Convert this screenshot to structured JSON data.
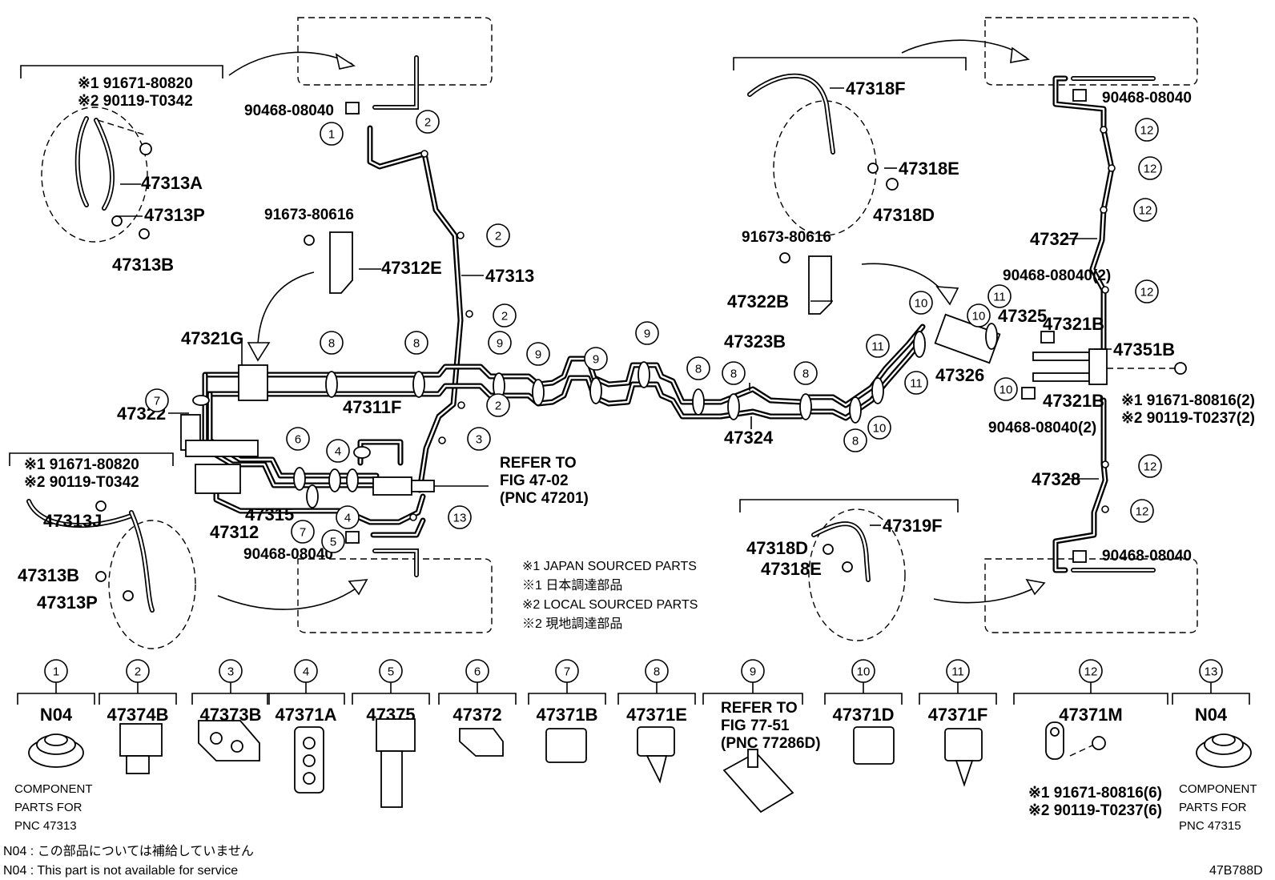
{
  "labels": {
    "p47313A": "47313A",
    "p47313P_top": "47313P",
    "p47313B_top": "47313B",
    "note1_top": "※1 91671-80820",
    "note2_top": "※2 90119-T0342",
    "p90468_a": "90468-08040",
    "p91673_left": "91673-80616",
    "p47312E": "47312E",
    "p47313": "47313",
    "p47321G": "47321G",
    "p47322": "47322",
    "p47311F": "47311F",
    "p47315": "47315",
    "p47312": "47312",
    "p90468_b": "90468-08040",
    "refer1": "REFER TO",
    "refer2": "FIG 47-02",
    "refer3": "(PNC 47201)",
    "note1_mid": "※1 91671-80820",
    "note2_mid": "※2 90119-T0342",
    "p47313J": "47313J",
    "p47313B_bot": "47313B",
    "p47313P_bot": "47313P",
    "legend1": "※1 JAPAN SOURCED PARTS",
    "legend2": "※1 日本調達部品",
    "legend3": "※2 LOCAL SOURCED PARTS",
    "legend4": "※2 現地調達部品",
    "p47318F": "47318F",
    "p47318E_top": "47318E",
    "p47318D_top": "47318D",
    "p91673_right": "91673-80616",
    "p47322B": "47322B",
    "p47323B": "47323B",
    "p47324": "47324",
    "p47326": "47326",
    "p47325": "47325",
    "p90468_2a": "90468-08040(2)",
    "p47321B_top": "47321B",
    "p47321B_bot": "47321B",
    "p90468_2b": "90468-08040(2)",
    "p47351B": "47351B",
    "note1_right": "※1 91671-80816(2)",
    "note2_right": "※2 90119-T0237(2)",
    "p47327": "47327",
    "p47328": "47328",
    "p90468_c": "90468-08040",
    "p90468_d": "90468-08040",
    "p47319F": "47319F",
    "p47318D_bot": "47318D",
    "p47318E_bot": "47318E"
  },
  "callouts": [
    "1",
    "2",
    "3",
    "4",
    "5",
    "6",
    "7",
    "8",
    "9",
    "10",
    "11",
    "12",
    "13"
  ],
  "parts_row": [
    {
      "no": "1",
      "part": "N04"
    },
    {
      "no": "2",
      "part": "47374B"
    },
    {
      "no": "3",
      "part": "47373B"
    },
    {
      "no": "4",
      "part": "47371A"
    },
    {
      "no": "5",
      "part": "47375"
    },
    {
      "no": "6",
      "part": "47372"
    },
    {
      "no": "7",
      "part": "47371B"
    },
    {
      "no": "8",
      "part": "47371E"
    },
    {
      "no": "9",
      "part": ""
    },
    {
      "no": "10",
      "part": "47371D"
    },
    {
      "no": "11",
      "part": "47371F"
    },
    {
      "no": "12",
      "part": "47371M"
    },
    {
      "no": "13",
      "part": "N04"
    }
  ],
  "captions": {
    "comp_left_1": "COMPONENT",
    "comp_left_2": "PARTS FOR",
    "comp_left_3": "PNC 47313",
    "refer9_1": "REFER TO",
    "refer9_2": "FIG 77-51",
    "refer9_3": "(PNC 77286D)",
    "note12_1": "※1 91671-80816(6)",
    "note12_2": "※2 90119-T0237(6)",
    "comp_right_1": "COMPONENT",
    "comp_right_2": "PARTS FOR",
    "comp_right_3": "PNC 47315"
  },
  "footer": {
    "n04_jp": "N04 : この部品については補給していません",
    "n04_en": "N04 : This part is not available for service",
    "figure_code": "47B788D"
  }
}
